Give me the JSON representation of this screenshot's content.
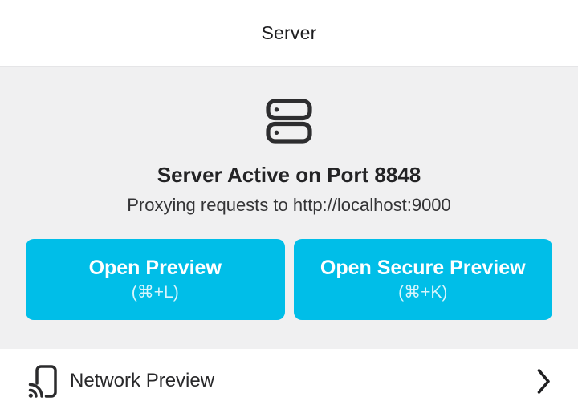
{
  "header": {
    "title": "Server"
  },
  "status": {
    "title": "Server Active on Port 8848",
    "subtitle": "Proxying requests to http://localhost:9000"
  },
  "buttons": [
    {
      "label": "Open Preview",
      "shortcut": "(⌘+L)"
    },
    {
      "label": "Open Secure Preview",
      "shortcut": "(⌘+K)"
    }
  ],
  "footer": {
    "label": "Network Preview"
  },
  "icons": {
    "status": "server-stack-icon",
    "footer": "network-cast-icon",
    "footer_chevron": "chevron-right-icon"
  },
  "colors": {
    "accent": "#00bee8",
    "panel_bg": "#f0f0f1",
    "header_bg": "#ffffff",
    "footer_bg": "#ffffff",
    "text_primary": "#232325",
    "divider": "#e5e5e7",
    "icon_stroke": "#2d2d2f"
  }
}
